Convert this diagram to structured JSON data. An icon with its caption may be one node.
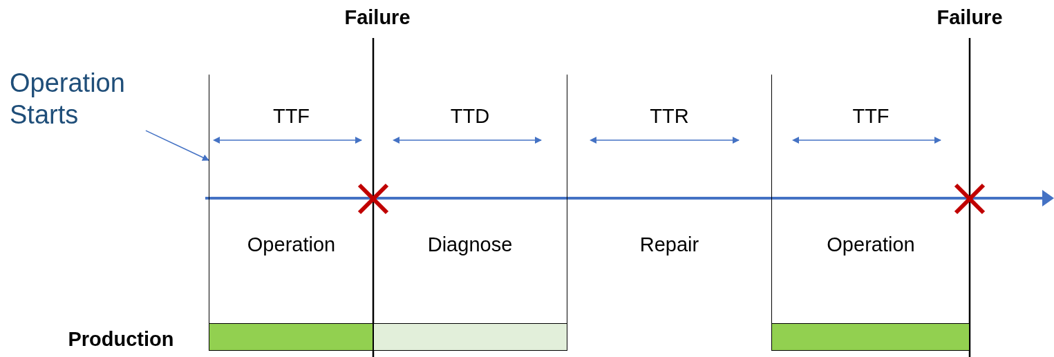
{
  "diagram": {
    "nodes": [
      {
        "text": [
          "Operation Starts"
        ]
      },
      {
        "text": [
          "TTF",
          "Operation"
        ]
      },
      {
        "text": [
          "TTD",
          "Diagnose"
        ]
      },
      {
        "text": [
          "TTR",
          "Repair"
        ]
      },
      {
        "text": [
          "TTF",
          "Operation"
        ]
      },
      {
        "text": [],
        "shape": "bar"
      },
      {
        "text": [],
        "shape": "bar"
      },
      {
        "text": [],
        "shape": "bar"
      }
    ],
    "edges": [
      {
        "from": 0,
        "to": 1,
        "arrow": "to"
      }
    ],
    "labels": [
      "Failure",
      "Failure",
      "Production"
    ]
  }
}
